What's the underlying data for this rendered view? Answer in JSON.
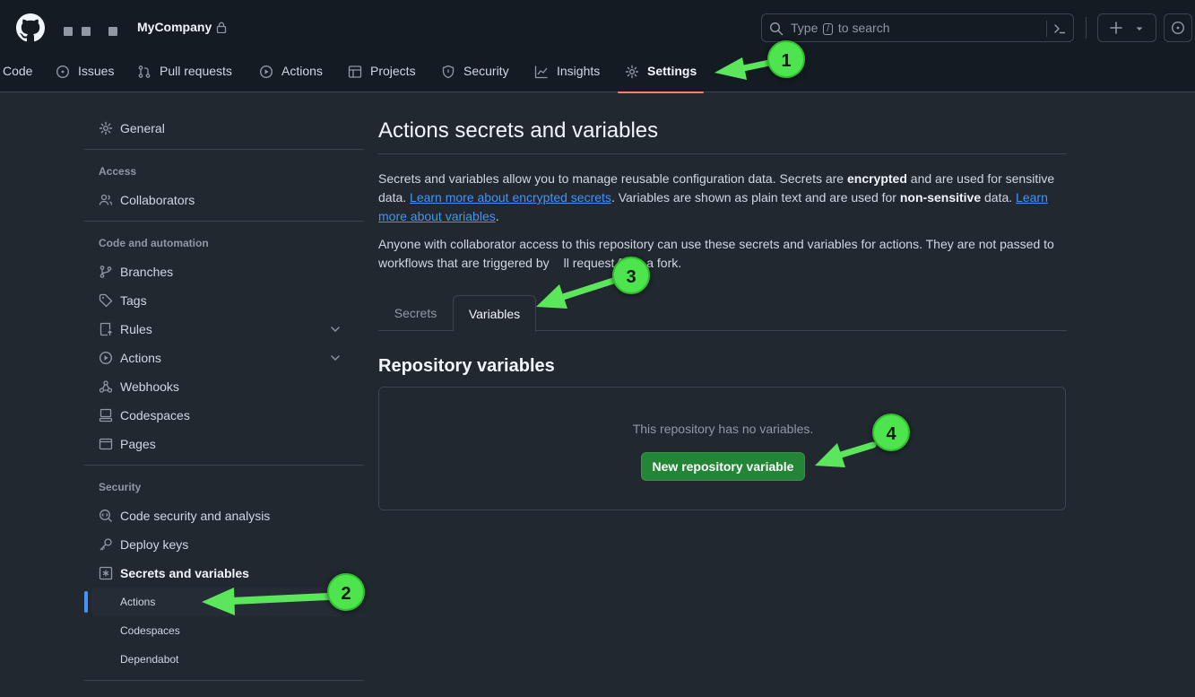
{
  "header": {
    "repo_name": "MyCompany",
    "search_prefix": "Type",
    "search_key": "/",
    "search_suffix": "to search",
    "icons": [
      "github-logo",
      "lock-icon",
      "search-icon",
      "command-palette-icon",
      "plus-icon",
      "triangle-down-icon",
      "issue-opened-icon"
    ]
  },
  "nav": {
    "tabs": [
      {
        "label": "Code",
        "icon": "code-icon"
      },
      {
        "label": "Issues",
        "icon": "issue-opened-icon"
      },
      {
        "label": "Pull requests",
        "icon": "git-pull-request-icon"
      },
      {
        "label": "Actions",
        "icon": "play-icon"
      },
      {
        "label": "Projects",
        "icon": "table-icon"
      },
      {
        "label": "Security",
        "icon": "shield-icon"
      },
      {
        "label": "Insights",
        "icon": "graph-icon"
      },
      {
        "label": "Settings",
        "icon": "gear-icon",
        "active": true
      }
    ]
  },
  "sidebar": {
    "general": "General",
    "access_heading": "Access",
    "collaborators": "Collaborators",
    "code_heading": "Code and automation",
    "branches": "Branches",
    "tags": "Tags",
    "rules": "Rules",
    "actions": "Actions",
    "webhooks": "Webhooks",
    "codespaces": "Codespaces",
    "pages": "Pages",
    "security_heading": "Security",
    "code_security": "Code security and analysis",
    "deploy_keys": "Deploy keys",
    "secrets_vars": "Secrets and variables",
    "sub_actions": "Actions",
    "sub_codespaces": "Codespaces",
    "sub_dependabot": "Dependabot"
  },
  "main": {
    "title": "Actions secrets and variables",
    "p1_a": "Secrets and variables allow you to manage reusable configuration data. Secrets are ",
    "p1_b": "encrypted",
    "p1_c": " and are used for sensitive data. ",
    "p1_link1": "Learn more about encrypted secrets",
    "p1_d": ". Variables are shown as plain text and are used for ",
    "p1_e": "non-sensitive",
    "p1_f": " data. ",
    "p1_link2": "Learn more about variables",
    "p1_g": ".",
    "p2_a": "Anyone with collaborator access to this repository can use these secrets and variables for actions. They are not passed to workflows that are triggered by",
    "p2_b": "ll request from a fork.",
    "tab_secrets": "Secrets",
    "tab_variables": "Variables",
    "section_title": "Repository variables",
    "empty_text": "This repository has no variables.",
    "new_button": "New repository variable"
  },
  "annotations": {
    "badge1": "1",
    "badge2": "2",
    "badge3": "3",
    "badge4": "4",
    "badge_color": "#4ee44e",
    "arrow_color": "#5ce65c"
  }
}
